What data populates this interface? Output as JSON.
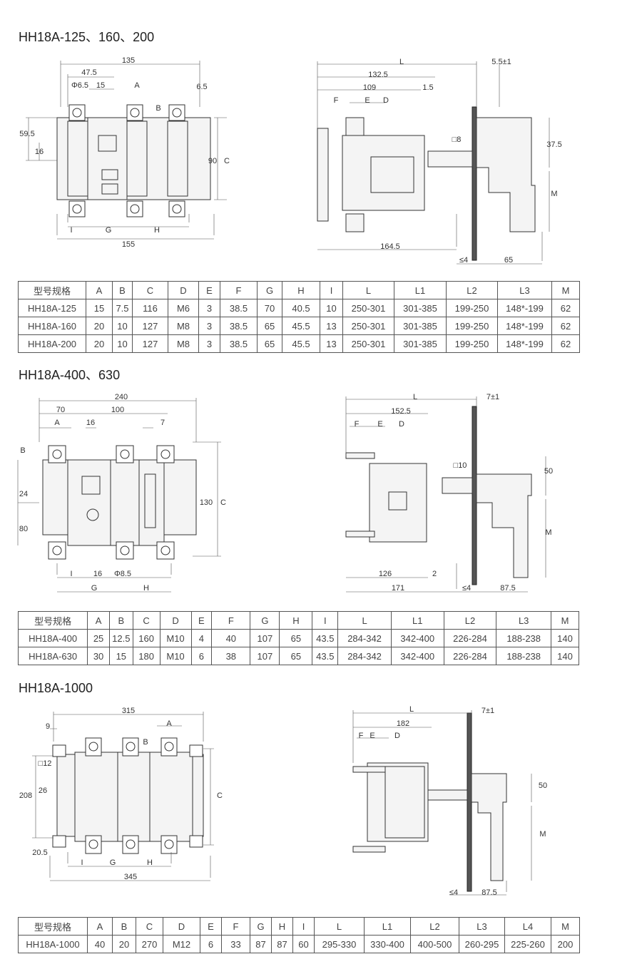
{
  "sections": [
    {
      "title": "HH18A-125、160、200",
      "front_dims": [
        "135",
        "47.5",
        "Φ6.5",
        "15",
        "A",
        "6.5",
        "B",
        "59.5",
        "16",
        "90",
        "C",
        "I",
        "G",
        "H",
        "155"
      ],
      "side_dims": [
        "L",
        "5.5±1",
        "132.5",
        "109",
        "1.5",
        "F",
        "E",
        "D",
        "□8",
        "37.5",
        "M",
        "164.5",
        "≤4",
        "65"
      ],
      "table": {
        "headers": [
          "型号规格",
          "A",
          "B",
          "C",
          "D",
          "E",
          "F",
          "G",
          "H",
          "I",
          "L",
          "L1",
          "L2",
          "L3",
          "M"
        ],
        "rows": [
          [
            "HH18A-125",
            "15",
            "7.5",
            "116",
            "M6",
            "3",
            "38.5",
            "70",
            "40.5",
            "10",
            "250-301",
            "301-385",
            "199-250",
            "148*-199",
            "62"
          ],
          [
            "HH18A-160",
            "20",
            "10",
            "127",
            "M8",
            "3",
            "38.5",
            "65",
            "45.5",
            "13",
            "250-301",
            "301-385",
            "199-250",
            "148*-199",
            "62"
          ],
          [
            "HH18A-200",
            "20",
            "10",
            "127",
            "M8",
            "3",
            "38.5",
            "65",
            "45.5",
            "13",
            "250-301",
            "301-385",
            "199-250",
            "148*-199",
            "62"
          ]
        ]
      }
    },
    {
      "title": "HH18A-400、630",
      "front_dims": [
        "240",
        "70",
        "100",
        "A",
        "16",
        "7",
        "B",
        "24",
        "130",
        "C",
        "80",
        "I",
        "16",
        "Φ8.5",
        "G",
        "H"
      ],
      "side_dims": [
        "L",
        "7±1",
        "152.5",
        "F",
        "E",
        "D",
        "□10",
        "50",
        "M",
        "126",
        "2",
        "171",
        "≤4",
        "87.5"
      ],
      "table": {
        "headers": [
          "型号规格",
          "A",
          "B",
          "C",
          "D",
          "E",
          "F",
          "G",
          "H",
          "I",
          "L",
          "L1",
          "L2",
          "L3",
          "M"
        ],
        "rows": [
          [
            "HH18A-400",
            "25",
            "12.5",
            "160",
            "M10",
            "4",
            "40",
            "107",
            "65",
            "43.5",
            "284-342",
            "342-400",
            "226-284",
            "188-238",
            "140"
          ],
          [
            "HH18A-630",
            "30",
            "15",
            "180",
            "M10",
            "6",
            "38",
            "107",
            "65",
            "43.5",
            "284-342",
            "342-400",
            "226-284",
            "188-238",
            "140"
          ]
        ]
      }
    },
    {
      "title": "HH18A-1000",
      "front_dims": [
        "315",
        "9",
        "A",
        "B",
        "□12",
        "26",
        "208",
        "C",
        "20.5",
        "I",
        "G",
        "H",
        "345"
      ],
      "side_dims": [
        "L",
        "7±1",
        "182",
        "F",
        "E",
        "D",
        "50",
        "M",
        "≤4",
        "87.5"
      ],
      "table": {
        "headers": [
          "型号规格",
          "A",
          "B",
          "C",
          "D",
          "E",
          "F",
          "G",
          "H",
          "I",
          "L",
          "L1",
          "L2",
          "L3",
          "L4",
          "M"
        ],
        "rows": [
          [
            "HH18A-1000",
            "40",
            "20",
            "270",
            "M12",
            "6",
            "33",
            "87",
            "87",
            "60",
            "295-330",
            "330-400",
            "400-500",
            "260-295",
            "225-260",
            "200"
          ]
        ]
      }
    }
  ]
}
